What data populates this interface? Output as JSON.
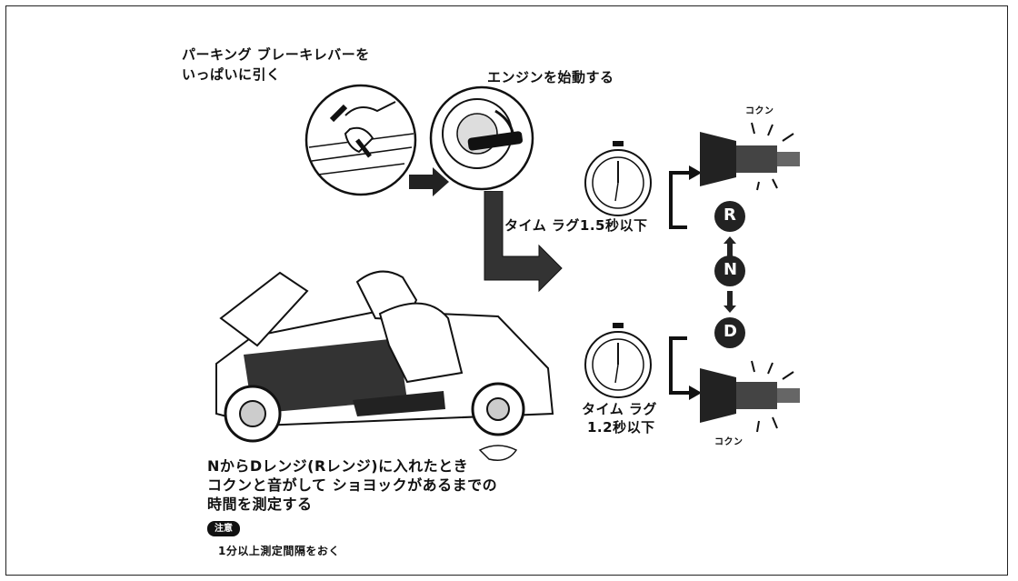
{
  "labels": {
    "parking_line1": "パーキング ブレーキレバーを",
    "parking_line2": "いっぱいに引く",
    "engine_start": "エンジンを始動する",
    "timelag_r": "タイム ラグ1.5秒以下",
    "timelag_d_line1": "タイム ラグ",
    "timelag_d_line2": "1.2秒以下",
    "instruction_line1": "NからDレンジ(Rレンジ)に入れたとき",
    "instruction_line2": "コクンと音がして ショヨックがあるまでの",
    "instruction_line3": "時間を測定する",
    "note_badge": "注意",
    "note_text": "1分以上測定間隔をおく",
    "kokun_top": "コクン",
    "kokun_bottom": "コクン"
  },
  "gears": {
    "r": "R",
    "n": "N",
    "d": "D"
  },
  "icons": [
    "stopwatch-icon",
    "arrow-icon",
    "gear-circle-icon",
    "car-illustration",
    "key-ignition-illustration",
    "parking-lever-illustration",
    "transmission-illustration"
  ]
}
